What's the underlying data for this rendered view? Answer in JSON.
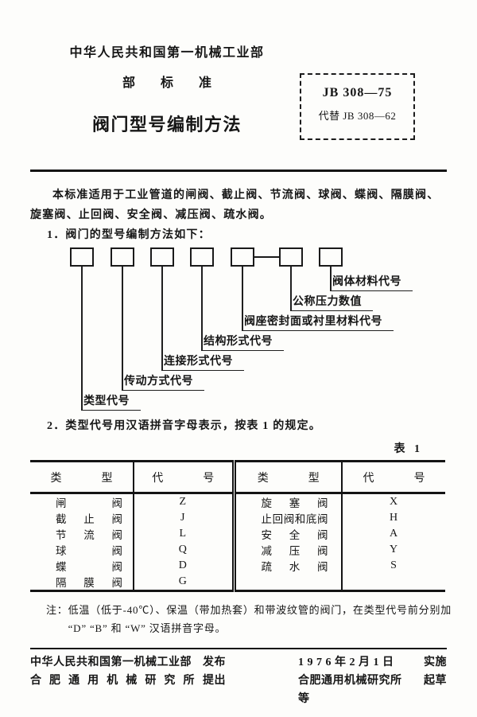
{
  "header": {
    "ministry": "中华人民共和国第一机械工业部",
    "standard_type": "部标准",
    "doc_title": "阀门型号编制方法",
    "badge": {
      "standard_no": "JB 308—75",
      "replaces": "代替 JB 308—62"
    }
  },
  "body": {
    "intro": "本标准适用于工业管道的闸阀、截止阀、节流阀、球阀、蝶阀、隔膜阀、旋塞阀、止回阀、安全阀、减压阀、疏水阀。",
    "item1": "1．阀门的型号编制方法如下：",
    "item2": "2．类型代号用汉语拼音字母表示，按表 1 的规定。"
  },
  "diagram": {
    "labels": [
      "类型代号",
      "传动方式代号",
      "连接形式代号",
      "结构形式代号",
      "阀座密封面或衬里材料代号",
      "公称压力数值",
      "阀体材料代号"
    ]
  },
  "table": {
    "caption": "表 1",
    "headers": [
      "类型",
      "代号",
      "类型",
      "代号"
    ],
    "rows": [
      [
        "闸阀",
        "Z",
        "旋塞阀",
        "X"
      ],
      [
        "截止阀",
        "J",
        "止回阀和底阀",
        "H"
      ],
      [
        "节流阀",
        "L",
        "安全阀",
        "A"
      ],
      [
        "球阀",
        "Q",
        "减压阀",
        "Y"
      ],
      [
        "蝶阀",
        "D",
        "疏水阀",
        "S"
      ],
      [
        "隔膜阀",
        "G",
        "",
        ""
      ]
    ]
  },
  "note": {
    "prefix": "注：",
    "line1": "低温（低于-40℃）、保温（带加热套）和带波纹管的阀门，在类型代号前分别加",
    "line2": "“D” “B” 和 “W” 汉语拼音字母。"
  },
  "footer": {
    "left": [
      {
        "org": "中华人民共和国第一机械工业部",
        "action": "发布"
      },
      {
        "org": "合肥通用机械研究所",
        "action": "提出"
      }
    ],
    "right": [
      {
        "org": "1 9 7 6 年 2 月 1 日",
        "action": "实施"
      },
      {
        "org": "合肥通用机械研究所等",
        "action": "起草"
      }
    ]
  }
}
